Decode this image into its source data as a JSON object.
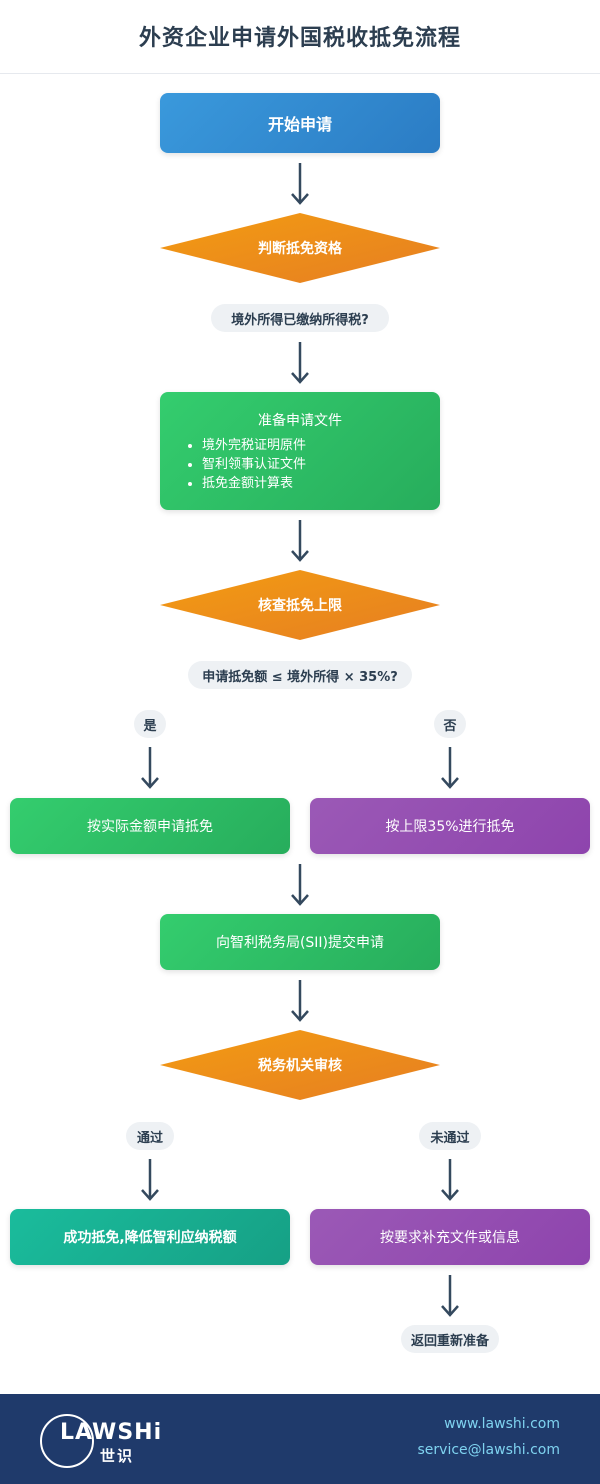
{
  "title": "外资企业申请外国税收抵免流程",
  "start": "开始申请",
  "qualify": {
    "label": "判断抵免资格",
    "question": "境外所得已缴纳所得税?"
  },
  "prepare": {
    "title": "准备申请文件",
    "items": [
      "境外完税证明原件",
      "智利领事认证文件",
      "抵免金额计算表"
    ]
  },
  "limit": {
    "label": "核查抵免上限",
    "question": "申请抵免额 ≤ 境外所得 × 35%?",
    "yes": "是",
    "no": "否",
    "yes_action": "按实际金额申请抵免",
    "no_action": "按上限35%进行抵免"
  },
  "submit": "向智利税务局(SII)提交申请",
  "review": {
    "label": "税务机关审核",
    "pass": "通过",
    "fail": "未通过",
    "pass_result": "成功抵免,降低智利应纳税额",
    "fail_action": "按要求补充文件或信息",
    "return": "返回重新准备"
  },
  "footer": {
    "logo": "LAWSHi",
    "logo_cn": "世识",
    "website": "www.lawshi.com",
    "email": "service@lawshi.com"
  },
  "colors": {
    "blue": "#2b7cc4",
    "green": "#27ad5c",
    "orange": "#ee8a1e",
    "purple": "#8e44ad",
    "teal": "#16a085",
    "footer": "#1f3a6b",
    "arrow": "#34495e"
  }
}
